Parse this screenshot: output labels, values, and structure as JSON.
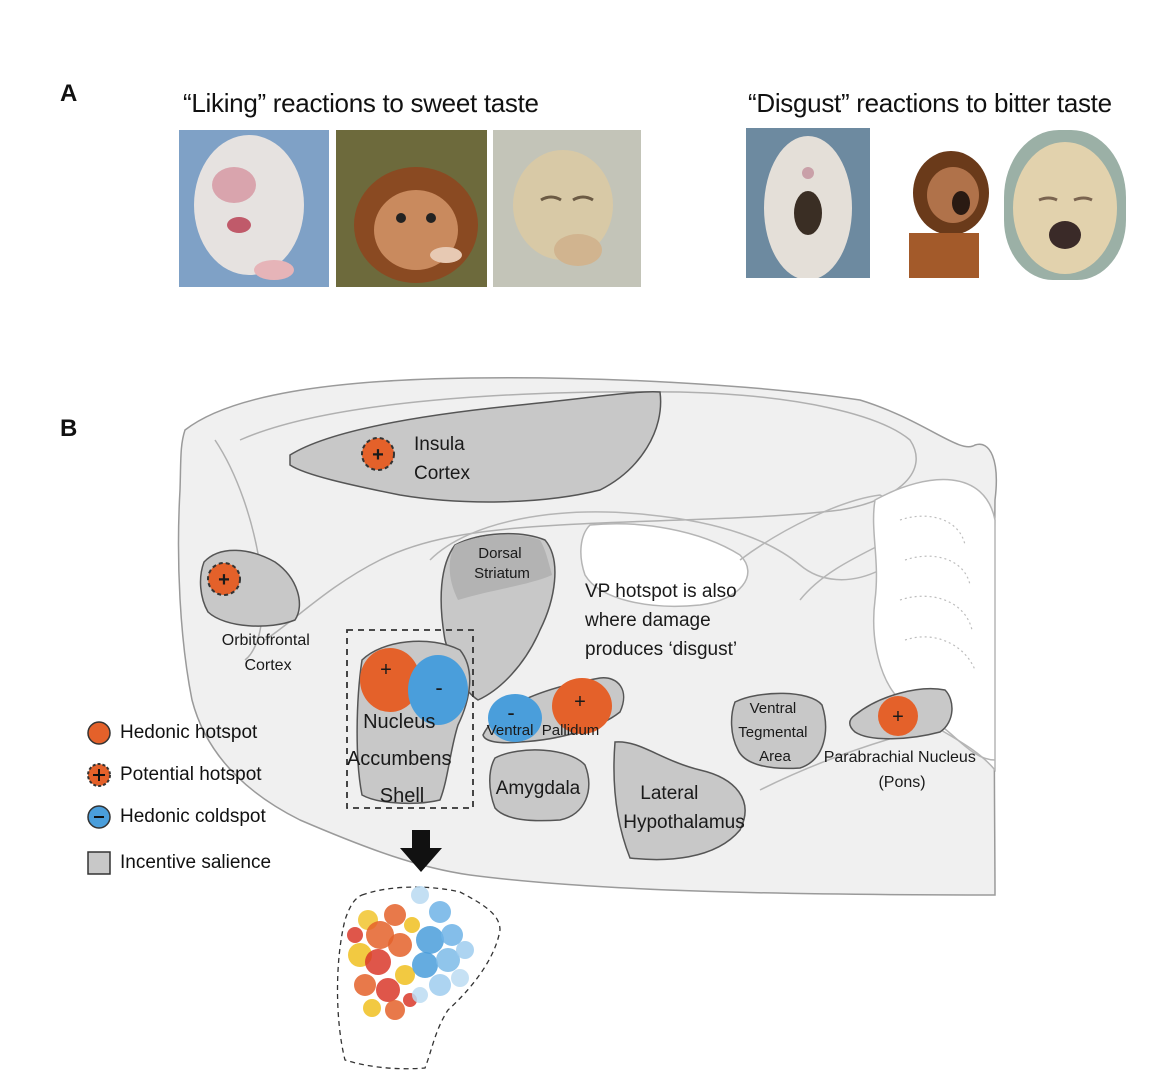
{
  "panel_a": {
    "letter": "A",
    "liking_caption": "“Liking” reactions to sweet taste",
    "disgust_caption": "“Disgust” reactions to bitter taste"
  },
  "panel_b": {
    "letter": "B",
    "regions": {
      "insula": [
        "Insula",
        "Cortex"
      ],
      "orbitofrontal": [
        "Orbitofrontal",
        "Cortex"
      ],
      "dorsal_striatum": [
        "Dorsal",
        "Striatum"
      ],
      "nucleus_accumbens": [
        "Nucleus",
        "Accumbens",
        "Shell"
      ],
      "ventral_pallidum": "Ventral  Pallidum",
      "amygdala": "Amygdala",
      "lateral_hypothalamus": [
        "Lateral",
        "Hypothalamus"
      ],
      "vta": [
        "Ventral",
        "Tegmental",
        "Area"
      ],
      "parabrachial": [
        "Parabrachial Nucleus",
        "(Pons)"
      ]
    },
    "vp_note": [
      "VP hotspot is also",
      "where damage",
      "produces ‘disgust’"
    ],
    "signs": {
      "plus": "+",
      "minus": "-"
    }
  },
  "legend": {
    "hedonic_hotspot": "Hedonic hotspot",
    "potential_hotspot": "Potential hotspot",
    "hedonic_coldspot": "Hedonic coldspot",
    "incentive_salience": "Incentive salience"
  },
  "colors": {
    "hotspot": "#e4612a",
    "coldspot": "#4a9edb",
    "salience": "#c8c8c8",
    "brain_fill": "#efefef",
    "outline": "#555555"
  }
}
